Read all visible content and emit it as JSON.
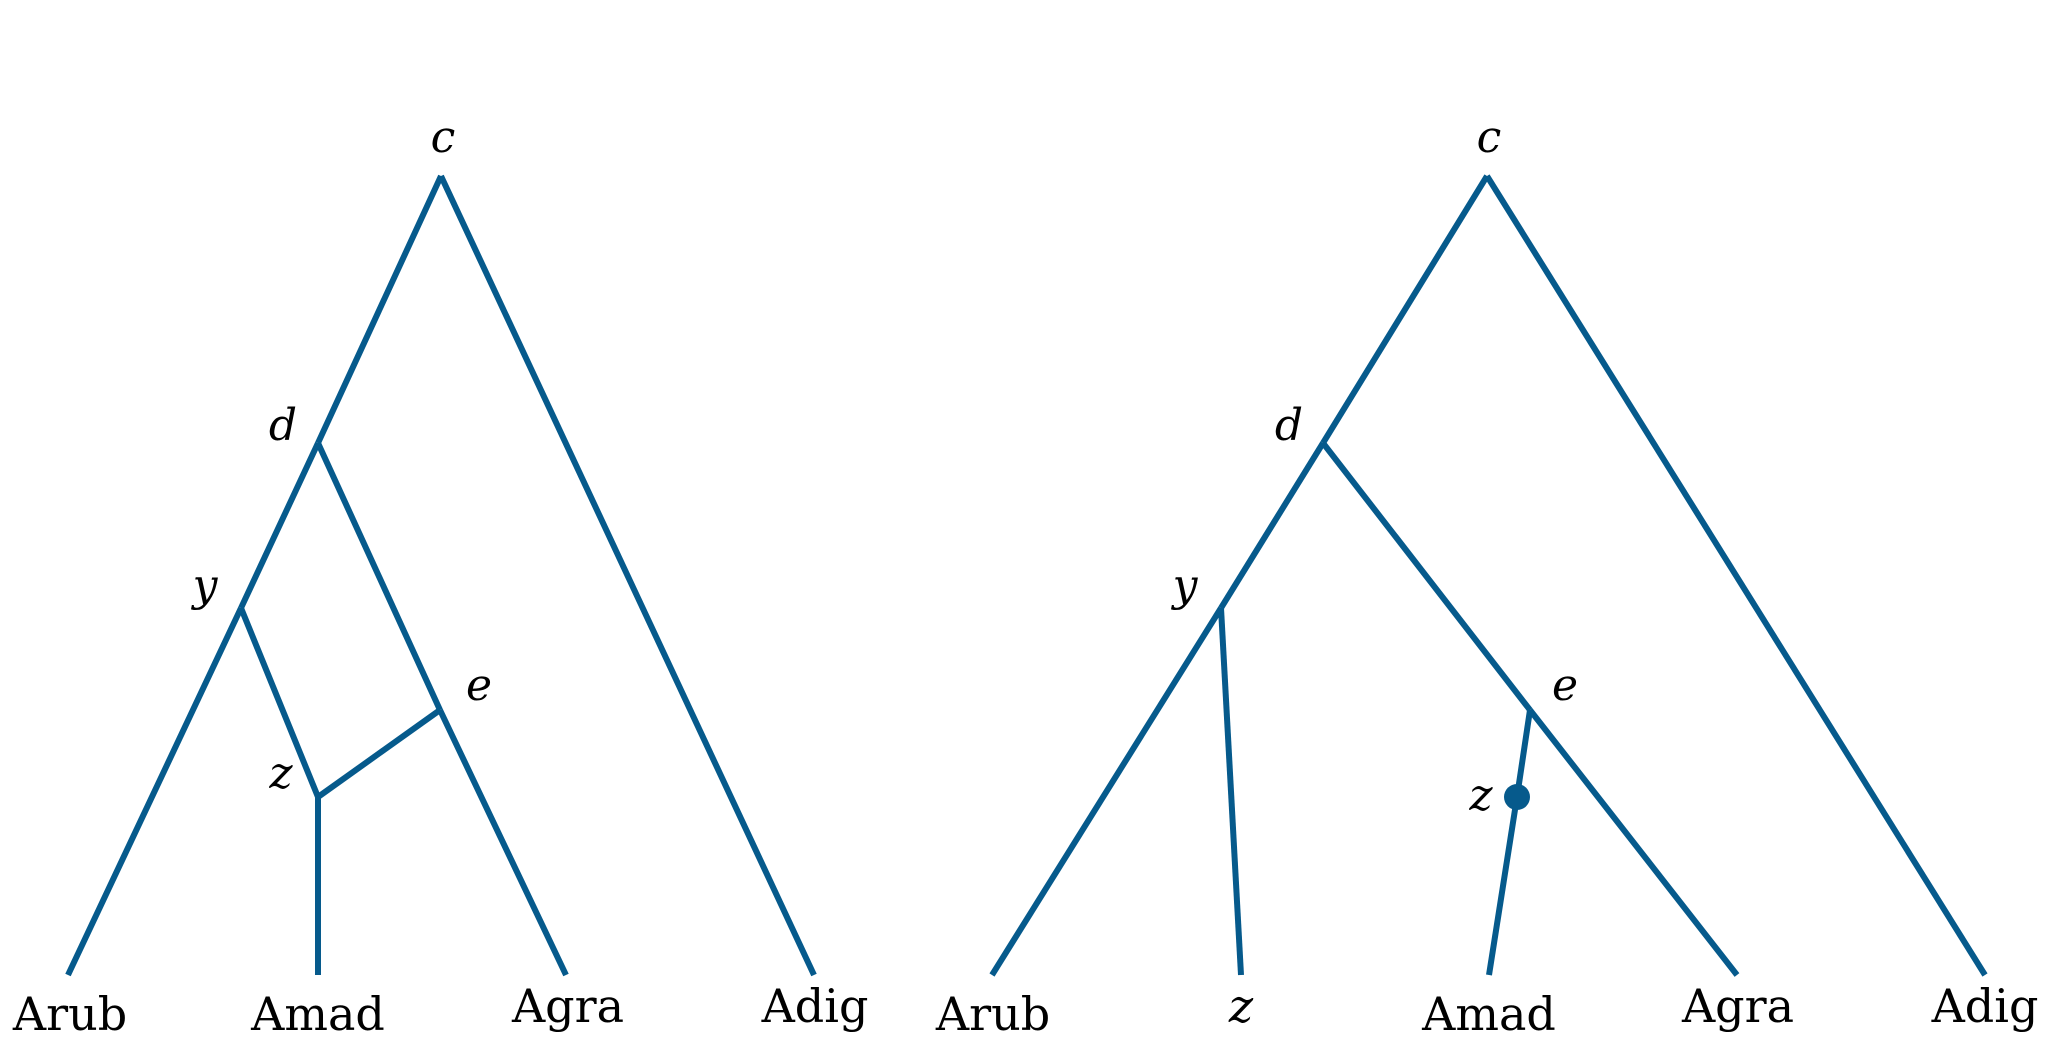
{
  "style": {
    "edge_color": "#065a8c",
    "label_color": "#000000",
    "background": "#ffffff"
  },
  "diagrams": [
    {
      "id": "left",
      "nodes": [
        {
          "id": "c",
          "label": "c",
          "kind": "internal"
        },
        {
          "id": "d",
          "label": "d",
          "kind": "internal"
        },
        {
          "id": "y",
          "label": "y",
          "kind": "internal"
        },
        {
          "id": "e",
          "label": "e",
          "kind": "internal"
        },
        {
          "id": "z",
          "label": "z",
          "kind": "reticulation"
        },
        {
          "id": "Arub",
          "label": "Arub",
          "kind": "leaf"
        },
        {
          "id": "Amad",
          "label": "Amad",
          "kind": "leaf"
        },
        {
          "id": "Agra",
          "label": "Agra",
          "kind": "leaf"
        },
        {
          "id": "Adig",
          "label": "Adig",
          "kind": "leaf"
        }
      ],
      "edges": [
        [
          "c",
          "d"
        ],
        [
          "c",
          "Adig"
        ],
        [
          "d",
          "y"
        ],
        [
          "d",
          "e"
        ],
        [
          "y",
          "Arub"
        ],
        [
          "y",
          "z"
        ],
        [
          "e",
          "z"
        ],
        [
          "e",
          "Agra"
        ],
        [
          "z",
          "Amad"
        ]
      ]
    },
    {
      "id": "right",
      "nodes": [
        {
          "id": "c",
          "label": "c",
          "kind": "internal"
        },
        {
          "id": "d",
          "label": "d",
          "kind": "internal"
        },
        {
          "id": "y",
          "label": "y",
          "kind": "internal"
        },
        {
          "id": "e",
          "label": "e",
          "kind": "internal"
        },
        {
          "id": "z",
          "label": "z",
          "kind": "marked"
        },
        {
          "id": "Arub",
          "label": "Arub",
          "kind": "leaf"
        },
        {
          "id": "zleaf",
          "label": "z",
          "kind": "leaf-italic"
        },
        {
          "id": "Amad",
          "label": "Amad",
          "kind": "leaf"
        },
        {
          "id": "Agra",
          "label": "Agra",
          "kind": "leaf"
        },
        {
          "id": "Adig",
          "label": "Adig",
          "kind": "leaf"
        }
      ],
      "edges": [
        [
          "c",
          "d"
        ],
        [
          "c",
          "Adig"
        ],
        [
          "d",
          "y"
        ],
        [
          "d",
          "e"
        ],
        [
          "y",
          "Arub"
        ],
        [
          "y",
          "zleaf"
        ],
        [
          "e",
          "z"
        ],
        [
          "e",
          "Agra"
        ],
        [
          "z",
          "Amad"
        ]
      ]
    }
  ]
}
